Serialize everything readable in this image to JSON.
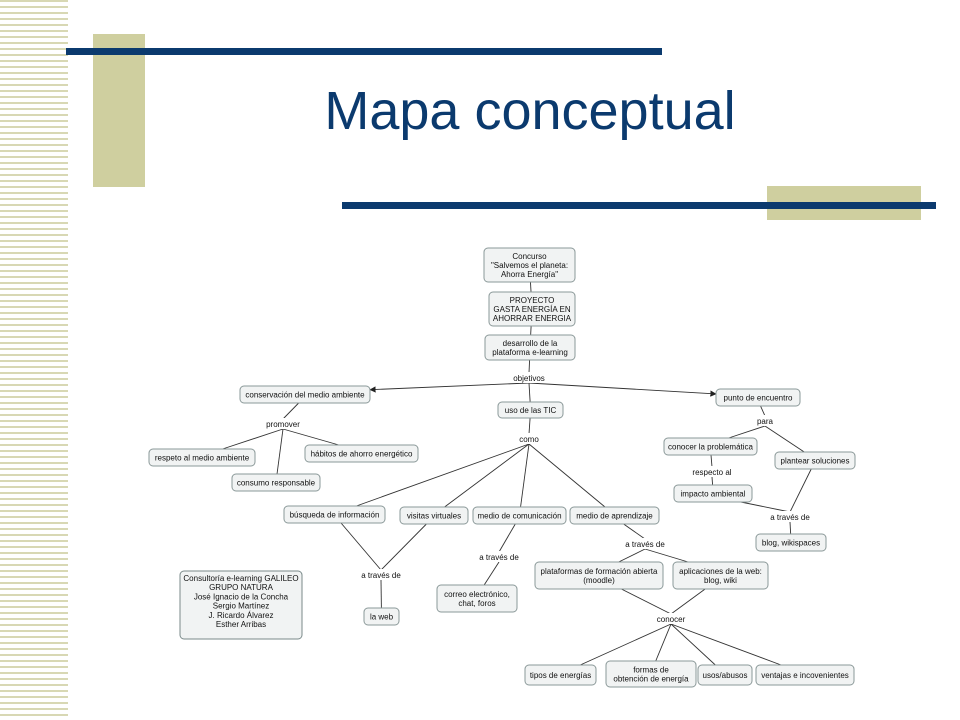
{
  "slide": {
    "title": "Mapa conceptual",
    "colors": {
      "title": "#0b3a6e",
      "bar": "#0b3a6e",
      "accent": "#cfcf9f",
      "stripe": "#d8d8b4"
    }
  },
  "map": {
    "nodes": [
      {
        "id": "concurso",
        "lines": [
          "Concurso",
          "\"Salvemos el planeta:",
          "Ahorra Energía\""
        ]
      },
      {
        "id": "proyecto",
        "lines": [
          "PROYECTO",
          "GASTA ENERGÍA EN",
          "AHORRAR ENERGIA"
        ]
      },
      {
        "id": "desarrollo",
        "lines": [
          "desarrollo de la",
          "plataforma e-learning"
        ]
      },
      {
        "id": "conservacion",
        "lines": [
          "conservación del medio ambiente"
        ]
      },
      {
        "id": "uso_tic",
        "lines": [
          "uso de las TIC"
        ]
      },
      {
        "id": "punto",
        "lines": [
          "punto de encuentro"
        ]
      },
      {
        "id": "respeto",
        "lines": [
          "respeto al medio ambiente"
        ]
      },
      {
        "id": "habitos",
        "lines": [
          "hábitos de ahorro energético"
        ]
      },
      {
        "id": "consumo",
        "lines": [
          "consumo responsable"
        ]
      },
      {
        "id": "conocer_prob",
        "lines": [
          "conocer la problemática"
        ]
      },
      {
        "id": "plantear",
        "lines": [
          "plantear soluciones"
        ]
      },
      {
        "id": "impacto",
        "lines": [
          "impacto ambiental"
        ]
      },
      {
        "id": "blog",
        "lines": [
          "blog, wikispaces"
        ]
      },
      {
        "id": "busqueda",
        "lines": [
          "búsqueda de información"
        ]
      },
      {
        "id": "visitas",
        "lines": [
          "visitas virtuales"
        ]
      },
      {
        "id": "medio_com",
        "lines": [
          "medio de comunicación"
        ]
      },
      {
        "id": "medio_apr",
        "lines": [
          "medio de aprendizaje"
        ]
      },
      {
        "id": "la_web",
        "lines": [
          "la web"
        ]
      },
      {
        "id": "correo",
        "lines": [
          "correo electrónico,",
          "chat, foros"
        ]
      },
      {
        "id": "plataformas",
        "lines": [
          "plataformas de formación abierta",
          "(moodle)"
        ]
      },
      {
        "id": "aplicaciones",
        "lines": [
          "aplicaciones de la web:",
          "blog, wiki"
        ]
      },
      {
        "id": "tipos",
        "lines": [
          "tipos de energías"
        ]
      },
      {
        "id": "formas",
        "lines": [
          "formas de",
          "obtención de energía"
        ]
      },
      {
        "id": "usos",
        "lines": [
          "usos/abusos"
        ]
      },
      {
        "id": "ventajas",
        "lines": [
          "ventajas e incovenientes"
        ]
      }
    ],
    "links": [
      {
        "id": "objetivos",
        "label": "objetivos"
      },
      {
        "id": "promover",
        "label": "promover"
      },
      {
        "id": "como",
        "label": "como"
      },
      {
        "id": "para",
        "label": "para"
      },
      {
        "id": "respecto",
        "label": "respecto al"
      },
      {
        "id": "atraves_blog",
        "label": "a través de"
      },
      {
        "id": "atraves_web",
        "label": "a través de"
      },
      {
        "id": "atraves_com",
        "label": "a través de"
      },
      {
        "id": "atraves_apr",
        "label": "a través de"
      },
      {
        "id": "conocer",
        "label": "conocer"
      }
    ],
    "credits": {
      "lines": [
        "Consultoría e-learning GALILEO",
        "GRUPO NATURA",
        "José Ignacio de la Concha",
        "Sergio Martínez",
        "J. Ricardo Álvarez",
        "Esther Arribas"
      ]
    }
  }
}
